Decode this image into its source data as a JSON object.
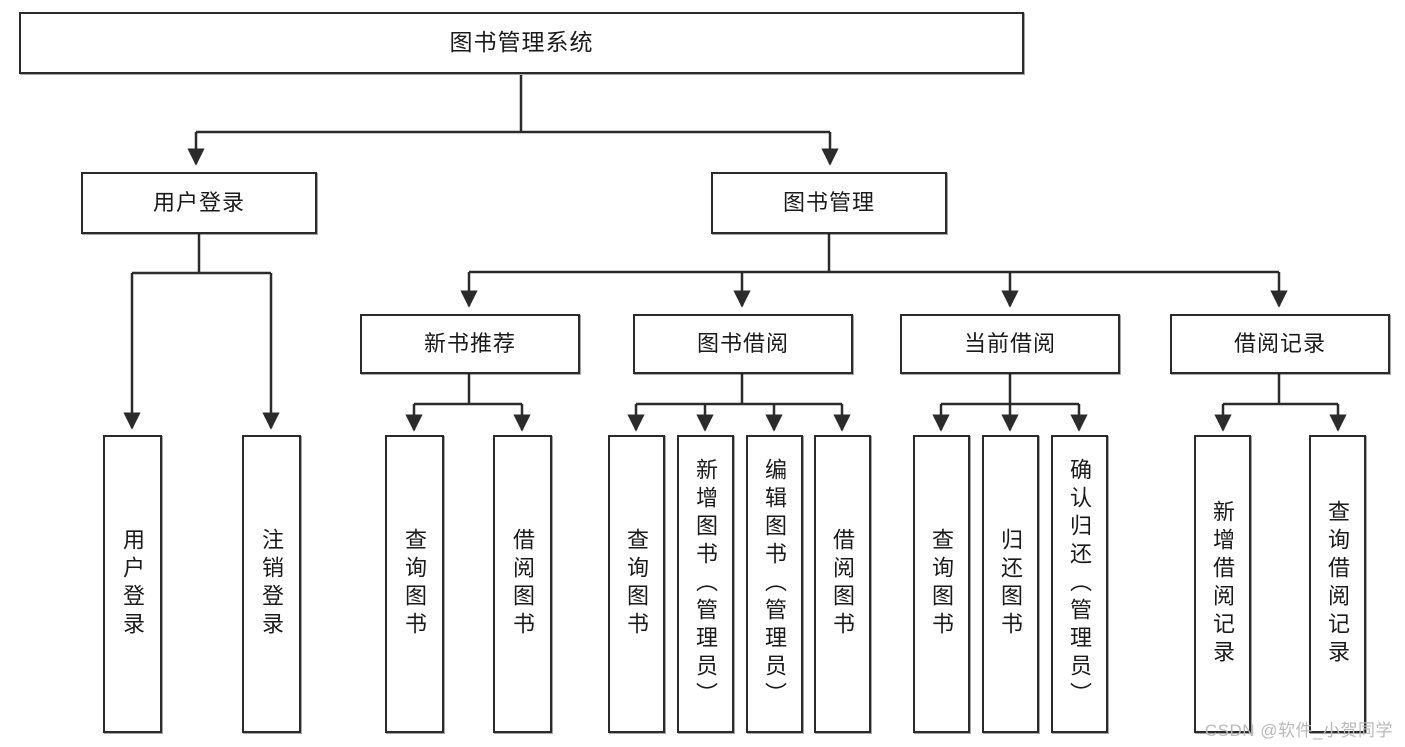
{
  "diagram": {
    "title": "图书管理系统",
    "type": "hierarchy-tree",
    "levels": 4,
    "root": {
      "id": "root",
      "label": "图书管理系统"
    },
    "level2": [
      {
        "id": "user-login",
        "label": "用户登录"
      },
      {
        "id": "book-manage",
        "label": "图书管理"
      }
    ],
    "level3": [
      {
        "id": "new-book-recommend",
        "label": "新书推荐",
        "parent": "book-manage"
      },
      {
        "id": "book-borrow",
        "label": "图书借阅",
        "parent": "book-manage"
      },
      {
        "id": "current-borrow",
        "label": "当前借阅",
        "parent": "book-manage"
      },
      {
        "id": "borrow-record",
        "label": "借阅记录",
        "parent": "book-manage"
      }
    ],
    "leaves": [
      {
        "id": "leaf-user-login",
        "label": "用户登录",
        "parent": "user-login"
      },
      {
        "id": "leaf-logout-login",
        "label": "注销登录",
        "parent": "user-login"
      },
      {
        "id": "leaf-query-book-1",
        "label": "查询图书",
        "parent": "new-book-recommend"
      },
      {
        "id": "leaf-borrow-book-1",
        "label": "借阅图书",
        "parent": "new-book-recommend"
      },
      {
        "id": "leaf-query-book-2",
        "label": "查询图书",
        "parent": "book-borrow"
      },
      {
        "id": "leaf-add-book",
        "label": "新增图书（管理员）",
        "parent": "book-borrow"
      },
      {
        "id": "leaf-edit-book",
        "label": "编辑图书（管理员）",
        "parent": "book-borrow"
      },
      {
        "id": "leaf-borrow-book-2",
        "label": "借阅图书",
        "parent": "book-borrow"
      },
      {
        "id": "leaf-query-book-3",
        "label": "查询图书",
        "parent": "current-borrow"
      },
      {
        "id": "leaf-return-book",
        "label": "归还图书",
        "parent": "current-borrow"
      },
      {
        "id": "leaf-confirm-return",
        "label": "确认归还（管理员）",
        "parent": "current-borrow"
      },
      {
        "id": "leaf-add-record",
        "label": "新增借阅记录",
        "parent": "borrow-record"
      },
      {
        "id": "leaf-query-record",
        "label": "查询借阅记录",
        "parent": "borrow-record"
      }
    ],
    "colors": {
      "stroke": "#2b2b2b",
      "fill": "#ffffff",
      "text": "#1a1a1a",
      "watermark": "#b9b9b9"
    }
  },
  "watermark": {
    "text": "CSDN @软件_小贺同学"
  }
}
